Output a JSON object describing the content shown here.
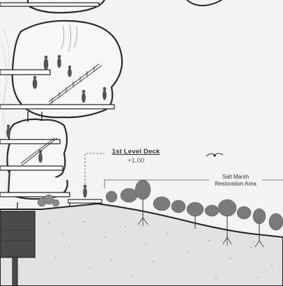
{
  "annotations": {
    "deck_title": "1st Level Deck",
    "deck_elevation": "+1.00",
    "marsh_line1": "Salt Marsh",
    "marsh_line2": "Restoration Area"
  },
  "colors": {
    "background": "#f4f4f4",
    "ground_fill": "#e2e2e2",
    "ground_line": "#222222",
    "structure": "#2a2a2a",
    "dark_block": "#4a4a4a",
    "vegetation": "#6f6f6f"
  },
  "icons": [
    "bird-icon"
  ]
}
